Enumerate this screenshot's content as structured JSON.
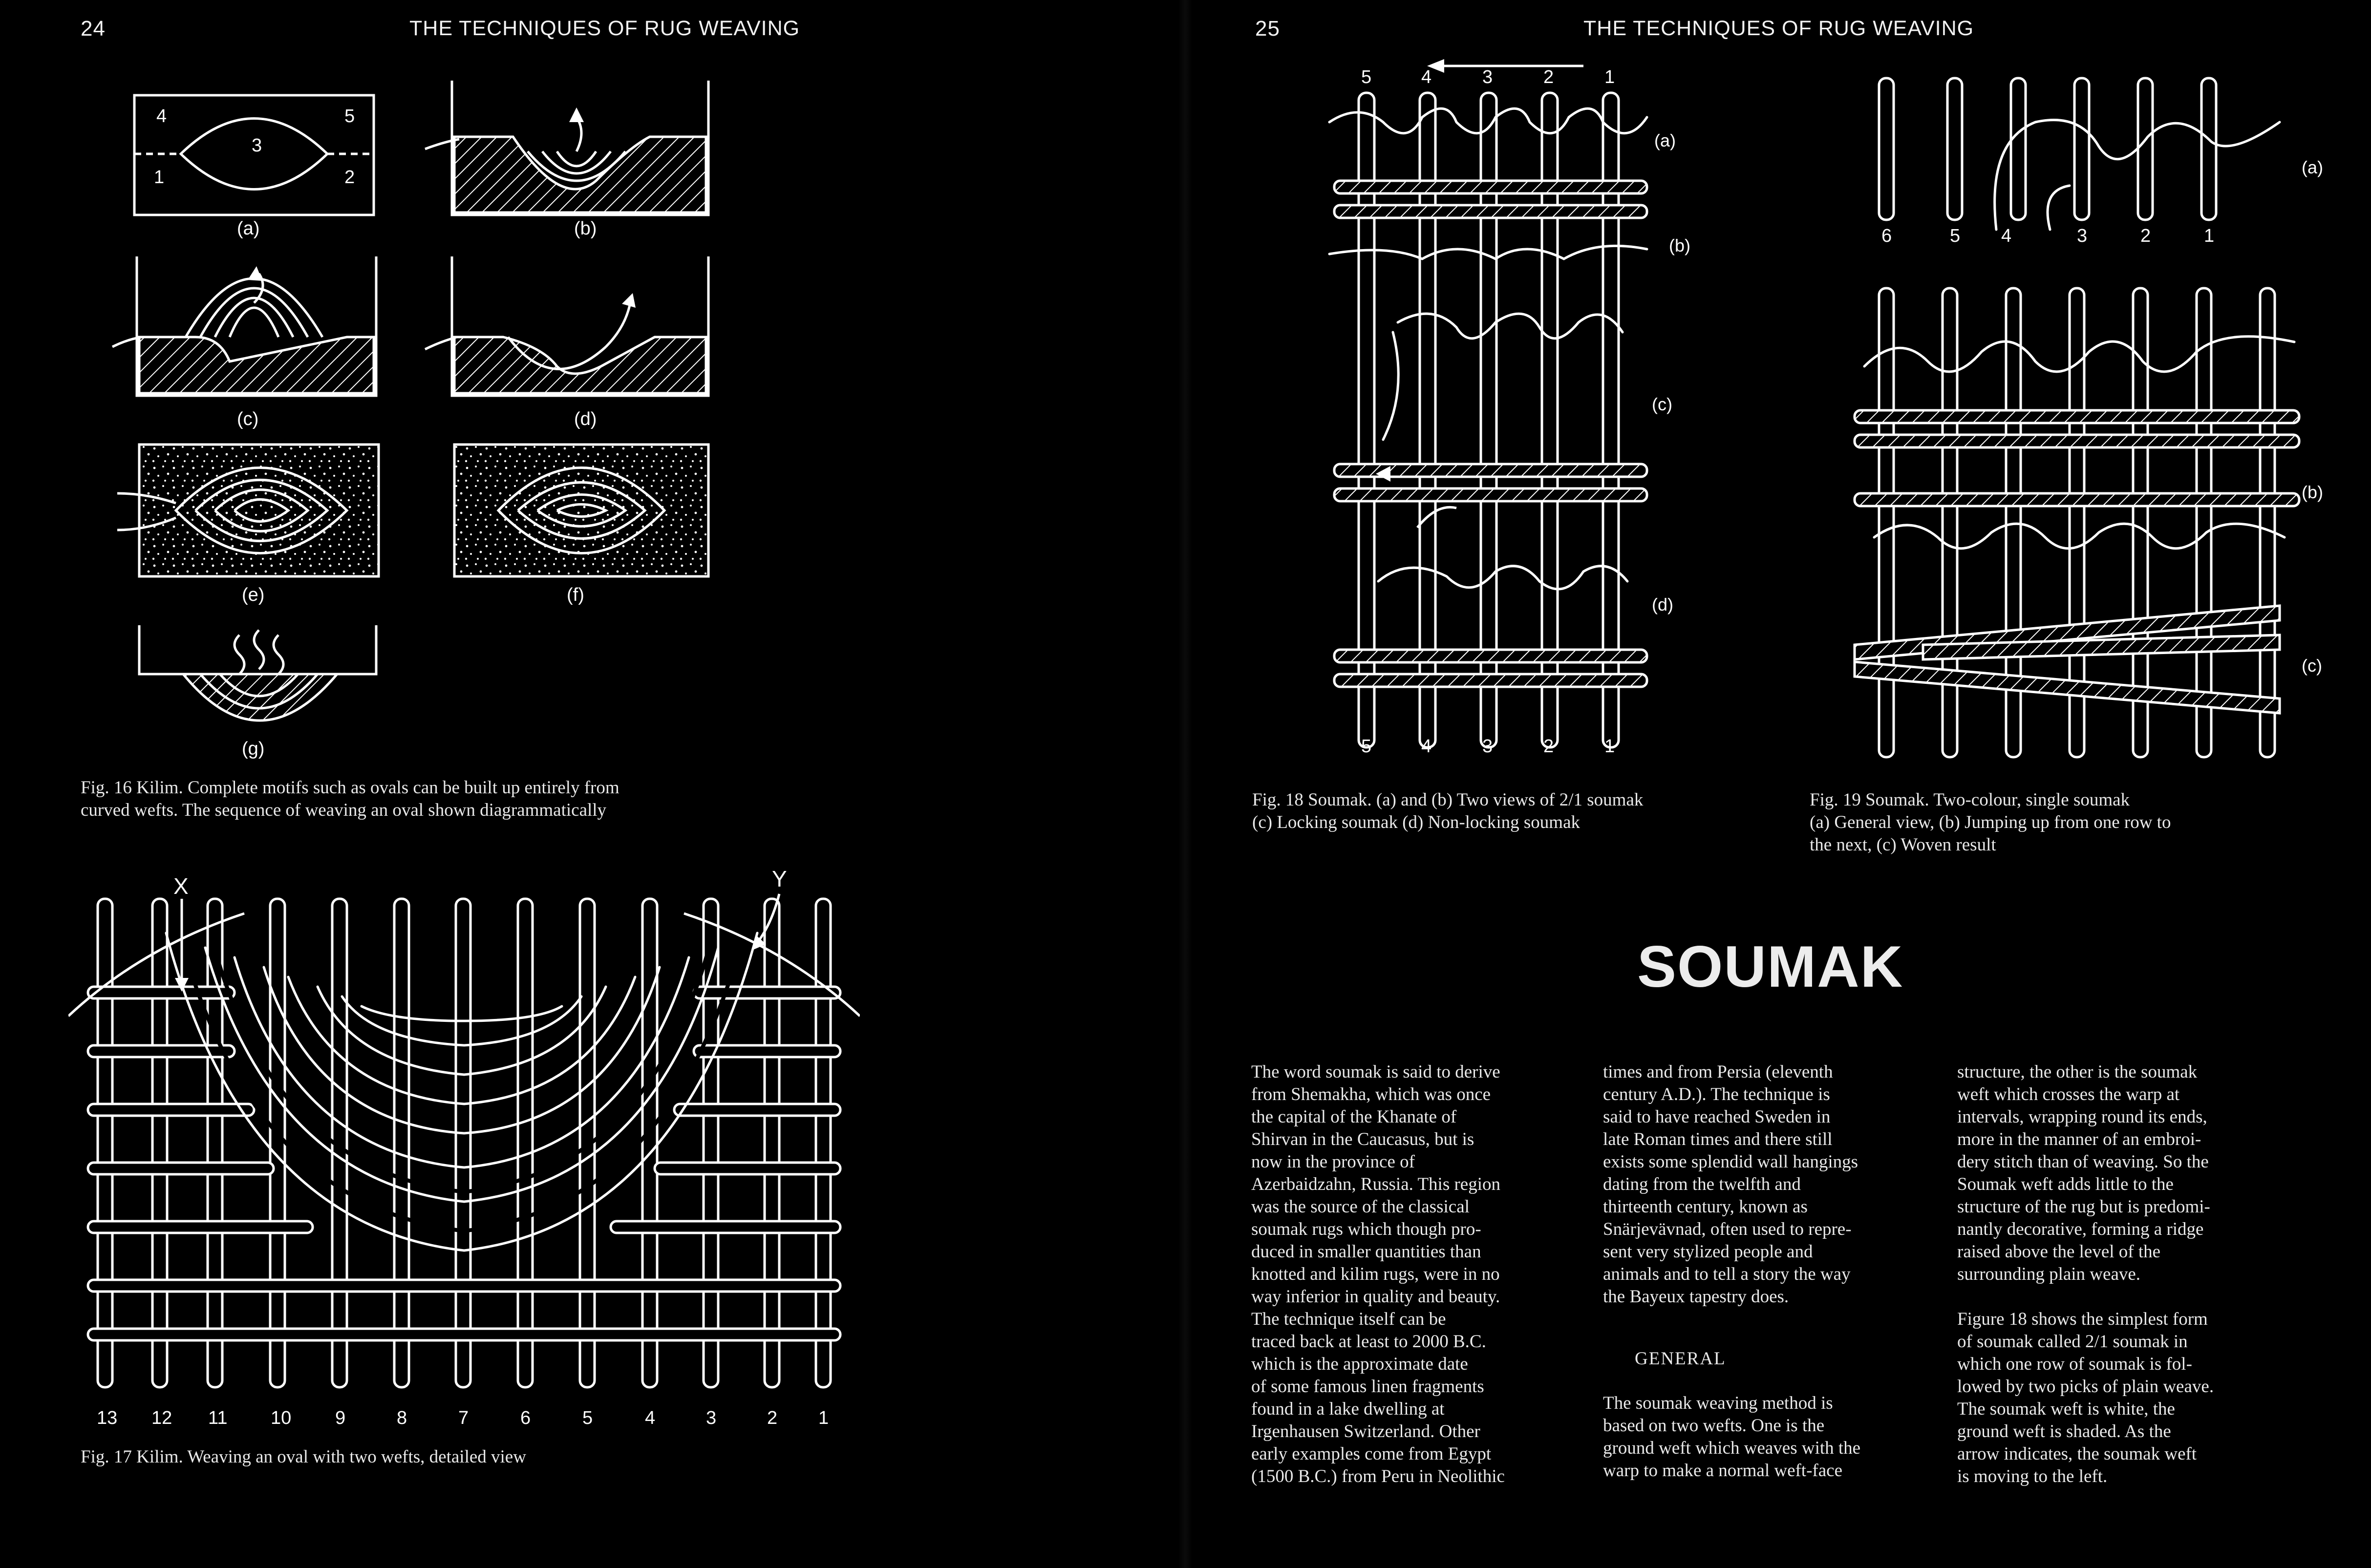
{
  "left_page": {
    "page_number": "24",
    "running_head": "THE TECHNIQUES OF RUG WEAVING",
    "fig16": {
      "panel_labels": [
        "(a)",
        "(b)",
        "(c)",
        "(d)",
        "(e)",
        "(f)",
        "(g)"
      ],
      "area_numbers": [
        "4",
        "3",
        "5",
        "1",
        "2"
      ],
      "caption_line1": "Fig. 16 Kilim. Complete motifs such as ovals can be built up entirely from",
      "caption_line2": "curved wefts. The sequence of weaving an oval shown diagrammatically"
    },
    "fig17": {
      "weft_labels": [
        "X",
        "Y"
      ],
      "warp_numbers": [
        "13",
        "12",
        "11",
        "10",
        "9",
        "8",
        "7",
        "6",
        "5",
        "4",
        "3",
        "2",
        "1"
      ],
      "caption": "Fig. 17 Kilim. Weaving an oval with two wefts, detailed view"
    }
  },
  "right_page": {
    "page_number": "25",
    "running_head": "THE TECHNIQUES OF RUG WEAVING",
    "fig18": {
      "warp_numbers": [
        "5",
        "4",
        "3",
        "2",
        "1"
      ],
      "panel_labels": [
        "(a)",
        "(b)",
        "(c)",
        "(d)"
      ],
      "caption_line1": "Fig. 18 Soumak. (a) and (b) Two views of 2/1 soumak",
      "caption_line2": "(c) Locking soumak (d) Non-locking soumak"
    },
    "fig19": {
      "warp_numbers": [
        "6",
        "5",
        "4",
        "3",
        "2",
        "1"
      ],
      "panel_labels": [
        "(a)",
        "(b)",
        "(c)"
      ],
      "caption_line1": "Fig. 19 Soumak. Two-colour, single soumak",
      "caption_line2": "(a) General view, (b) Jumping up from one row to",
      "caption_line3": "the next, (c) Woven result"
    },
    "section_title": "SOUMAK",
    "column1": "The word soumak is said to derive\nfrom Shemakha, which was once\nthe capital of the Khanate of\nShirvan in the Caucasus, but is\nnow in the province of\nAzerbaidzahn, Russia. This region\nwas the source of the classical\nsoumak rugs which though pro-\nduced in smaller quantities than\nknotted and kilim rugs, were in no\nway inferior in quality and beauty.\n    The technique itself can be\ntraced back at least to 2000 B.C.\nwhich is the approximate date\nof some famous linen fragments\nfound in a lake dwelling at\nIrgenhausen Switzerland. Other\nearly examples come from Egypt\n(1500 B.C.) from Peru in Neolithic",
    "column2_top": "times and from Persia (eleventh\ncentury A.D.). The technique is\nsaid to have reached Sweden in\nlate Roman times and there still\nexists some splendid wall hangings\ndating from the twelfth and\nthirteenth century, known as\nSnärjevävnad, often used to repre-\nsent very stylized people and\nanimals and to tell a story the way\nthe Bayeux tapestry does.",
    "subheading": "GENERAL",
    "column2_bottom": "The soumak weaving method is\nbased on two wefts. One is the\nground weft which weaves with the\nwarp to make a normal weft-face",
    "column3": "structure, the other is the soumak\nweft which crosses the warp at\nintervals, wrapping round its ends,\nmore in the manner of an embroi-\ndery stitch than of weaving. So the\nSoumak weft adds little to the\nstructure of the rug but is predomi-\nnantly decorative, forming a ridge\nraised above the level of the\nsurrounding plain weave.\n\nFigure 18 shows the simplest form\nof soumak called 2/1 soumak in\nwhich one row of soumak is fol-\nlowed by two picks of plain weave.\n    The soumak weft is white, the\nground weft is shaded. As the\narrow indicates, the soumak weft\nis moving to the left."
  }
}
